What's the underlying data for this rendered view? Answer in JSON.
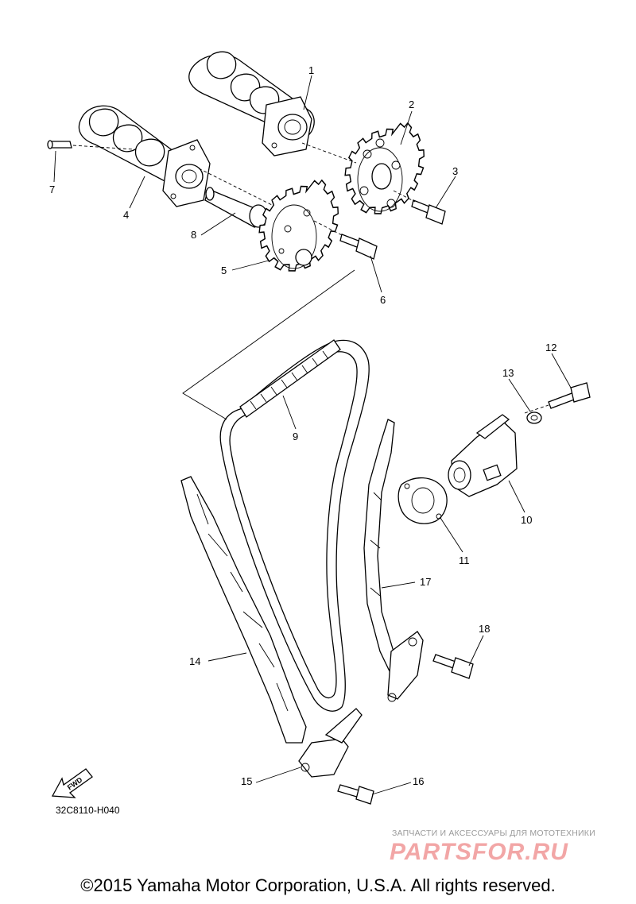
{
  "callouts": {
    "c1": "1",
    "c2": "2",
    "c3": "3",
    "c4": "4",
    "c5": "5",
    "c6": "6",
    "c7": "7",
    "c8": "8",
    "c9": "9",
    "c10": "10",
    "c11": "11",
    "c12": "12",
    "c13": "13",
    "c14": "14",
    "c15": "15",
    "c16": "16",
    "c17": "17",
    "c18": "18"
  },
  "fwd_label": "FWD",
  "diagram_code": "32C8110-H040",
  "watermark": {
    "caption": "ЗАПЧАСТИ И АКСЕССУАРЫ ДЛЯ МОТОТЕХНИКИ",
    "logo": "PARTSFOR.RU"
  },
  "copyright": "©2015 Yamaha Motor Corporation, U.S.A. All rights reserved."
}
